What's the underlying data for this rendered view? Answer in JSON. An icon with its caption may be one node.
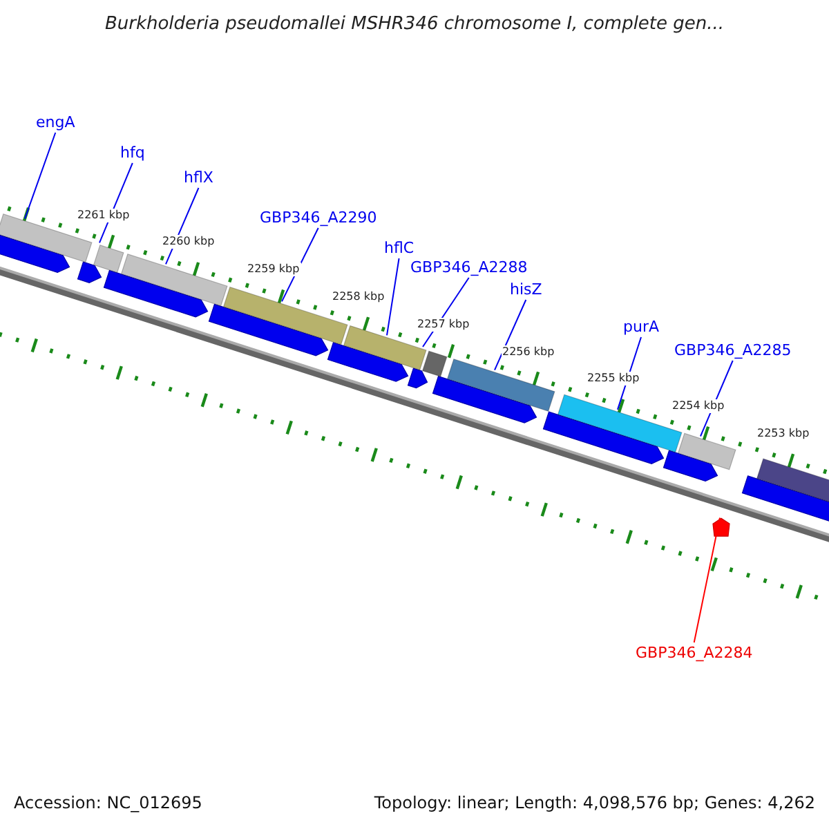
{
  "diagram": {
    "title": "Burkholderia pseudomallei MSHR346 chromosome I, complete gen...",
    "nodes": [
      {
        "text": [
          "engA"
        ]
      },
      {
        "text": [
          "hfq"
        ]
      },
      {
        "text": [
          "hflX"
        ]
      },
      {
        "text": [
          "GBP346_A2290"
        ]
      },
      {
        "text": [
          "hflC"
        ]
      },
      {
        "text": [
          "GBP346_A2288"
        ]
      },
      {
        "text": [
          "hisZ"
        ]
      },
      {
        "text": [
          "purA"
        ]
      },
      {
        "text": [
          "GBP346_A2285"
        ]
      },
      {
        "text": [
          "GBP346_A2284"
        ]
      },
      {
        "text": [],
        "shape": "bar"
      },
      {
        "text": [],
        "shape": "bar"
      },
      {
        "text": [],
        "shape": "bar"
      },
      {
        "text": [],
        "shape": "bar"
      },
      {
        "text": [],
        "shape": "bar"
      },
      {
        "text": [],
        "shape": "bar"
      },
      {
        "text": [],
        "shape": "bar"
      },
      {
        "text": [],
        "shape": "bar"
      },
      {
        "text": [],
        "shape": "bar"
      },
      {
        "text": [],
        "shape": "pentagon"
      },
      {
        "text": [],
        "shape": "bar"
      },
      {
        "text": [],
        "shape": "arrow"
      },
      {
        "text": [],
        "shape": "arrow"
      },
      {
        "text": [],
        "shape": "arrow"
      },
      {
        "text": [],
        "shape": "arrow"
      },
      {
        "text": [],
        "shape": "arrow"
      },
      {
        "text": [],
        "shape": "arrow"
      },
      {
        "text": [],
        "shape": "arrow"
      },
      {
        "text": [],
        "shape": "arrow"
      },
      {
        "text": [],
        "shape": "arrow"
      },
      {
        "text": [],
        "shape": "arrow"
      }
    ],
    "edges": [
      {
        "from": 0,
        "to": 10,
        "arrow": "none"
      },
      {
        "from": 1,
        "to": 11,
        "arrow": "none"
      },
      {
        "from": 2,
        "to": 12,
        "arrow": "none"
      },
      {
        "from": 3,
        "to": 13,
        "arrow": "none"
      },
      {
        "from": 4,
        "to": 14,
        "arrow": "none"
      },
      {
        "from": 5,
        "to": 15,
        "arrow": "none"
      },
      {
        "from": 6,
        "to": 16,
        "arrow": "none"
      },
      {
        "from": 7,
        "to": 17,
        "arrow": "none"
      },
      {
        "from": 8,
        "to": 18,
        "arrow": "none"
      },
      {
        "from": 9,
        "to": 19,
        "arrow": "none",
        "color": "#ff0000"
      }
    ],
    "labels": [
      "2261 kbp",
      "2260 kbp",
      "2259 kbp",
      "2258 kbp",
      "2257 kbp",
      "2256 kbp",
      "2255 kbp",
      "2254 kbp",
      "2253 kbp",
      "Accession: NC_012695",
      "Topology: linear; Length: 4,098,576 bp; Genes: 4,262"
    ]
  }
}
